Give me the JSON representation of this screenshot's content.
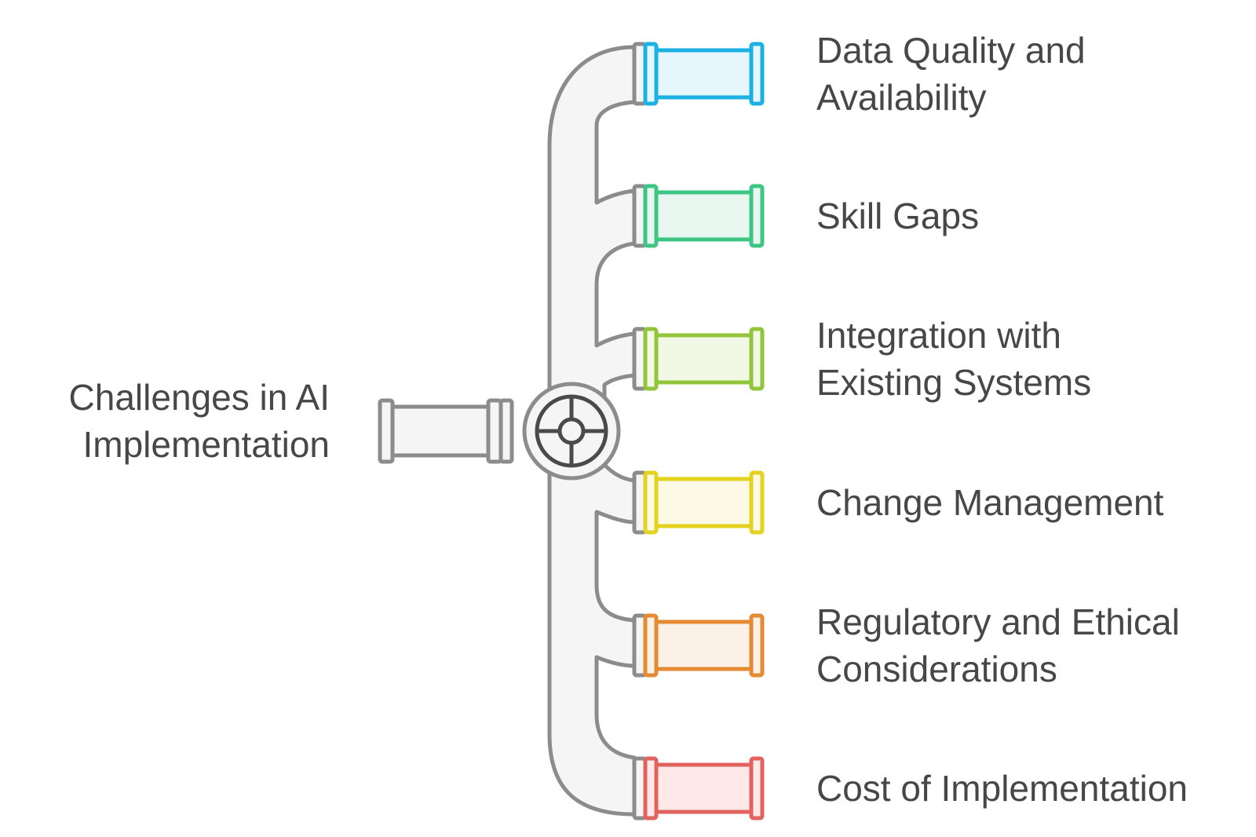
{
  "source": {
    "lines": [
      "Challenges in AI",
      "Implementation"
    ]
  },
  "branches": [
    {
      "lines": [
        "Data Quality and",
        "Availability"
      ],
      "stroke": "#1BB2E3",
      "fill": "#E5F6FC"
    },
    {
      "lines": [
        "Skill Gaps"
      ],
      "stroke": "#3CC583",
      "fill": "#E8F8F0"
    },
    {
      "lines": [
        "Integration with",
        "Existing Systems"
      ],
      "stroke": "#92C53A",
      "fill": "#F1F8E6"
    },
    {
      "lines": [
        "Change Management"
      ],
      "stroke": "#E4D21E",
      "fill": "#FCFAE5"
    },
    {
      "lines": [
        "Regulatory and Ethical",
        "Considerations"
      ],
      "stroke": "#E38A33",
      "fill": "#FCF1E7"
    },
    {
      "lines": [
        "Cost of Implementation"
      ],
      "stroke": "#E2625F",
      "fill": "#FCE9E8"
    }
  ],
  "colors": {
    "pipe_stroke": "#8C8C8C",
    "pipe_fill": "#F5F5F5",
    "valve_stroke": "#4A4A4A",
    "text": "#474747"
  },
  "icons": {
    "valve": "valve-icon"
  }
}
